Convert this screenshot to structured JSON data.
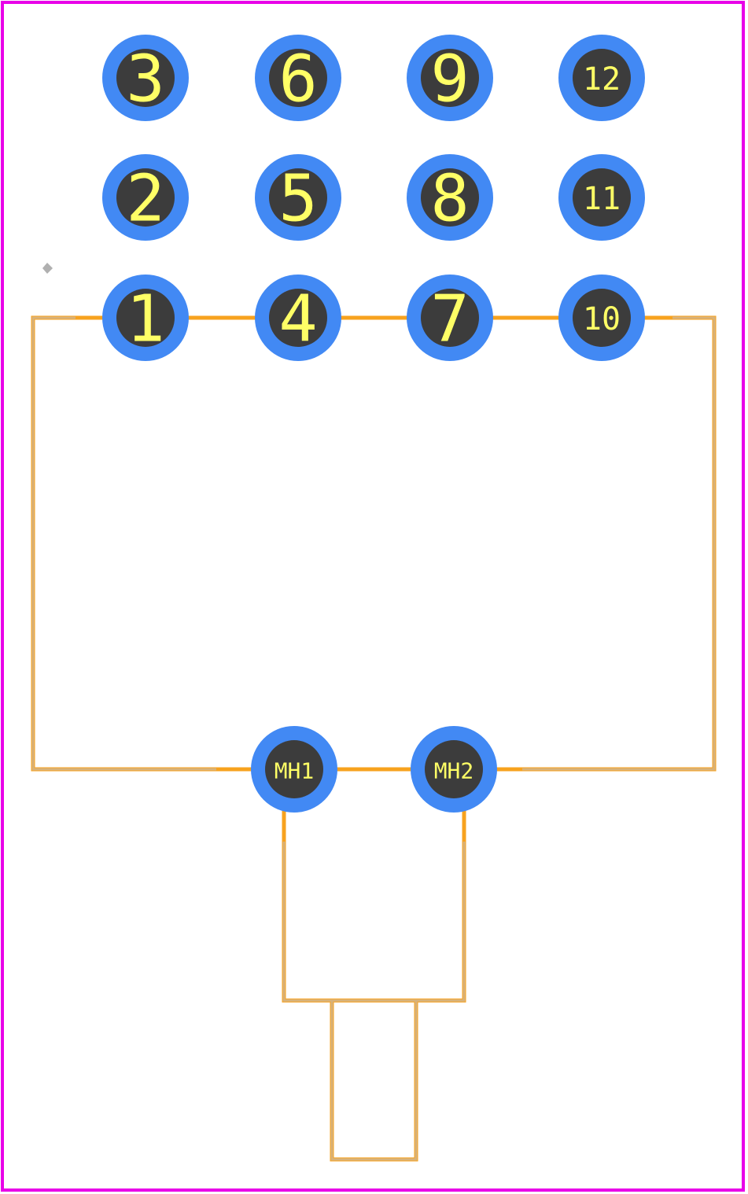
{
  "pads": [
    {
      "label": "3"
    },
    {
      "label": "6"
    },
    {
      "label": "9"
    },
    {
      "label": "12"
    },
    {
      "label": "2"
    },
    {
      "label": "5"
    },
    {
      "label": "8"
    },
    {
      "label": "11"
    },
    {
      "label": "1"
    },
    {
      "label": "4"
    },
    {
      "label": "7"
    },
    {
      "label": "10"
    },
    {
      "label": "MH1"
    },
    {
      "label": "MH2"
    }
  ],
  "colors": {
    "board_outline": "#e800e8",
    "pad_ring": "#4289f4",
    "drill_hole": "#3c3c3c",
    "pad_label": "#ffff66",
    "silkscreen": "#f7a21e",
    "courtyard": "#d8b27a"
  }
}
